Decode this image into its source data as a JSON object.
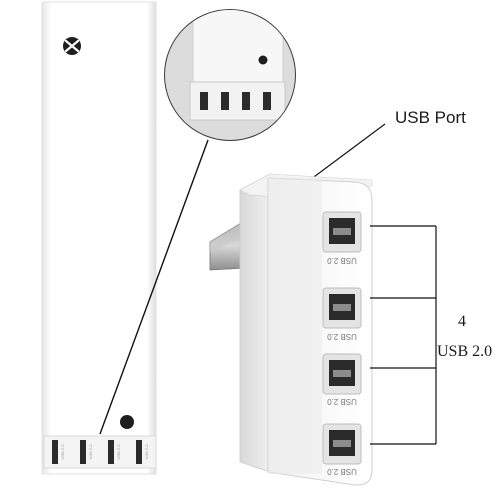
{
  "annotations": {
    "usb_port": "USB Port",
    "port_count": "4",
    "port_type": "USB 2.0"
  },
  "hub": {
    "port_labels": [
      "USB 2.0",
      "USB 2.0",
      "USB 2.0",
      "USB 2.0"
    ]
  },
  "console": {
    "mini_port_labels": [
      "USB 2.0",
      "USB 2.0",
      "USB 2.0",
      "USB 2.0"
    ]
  },
  "colors": {
    "background": "#ffffff",
    "device_white": "#f6f6f6",
    "port_dark": "#2b2b2b",
    "outline": "#111111"
  }
}
